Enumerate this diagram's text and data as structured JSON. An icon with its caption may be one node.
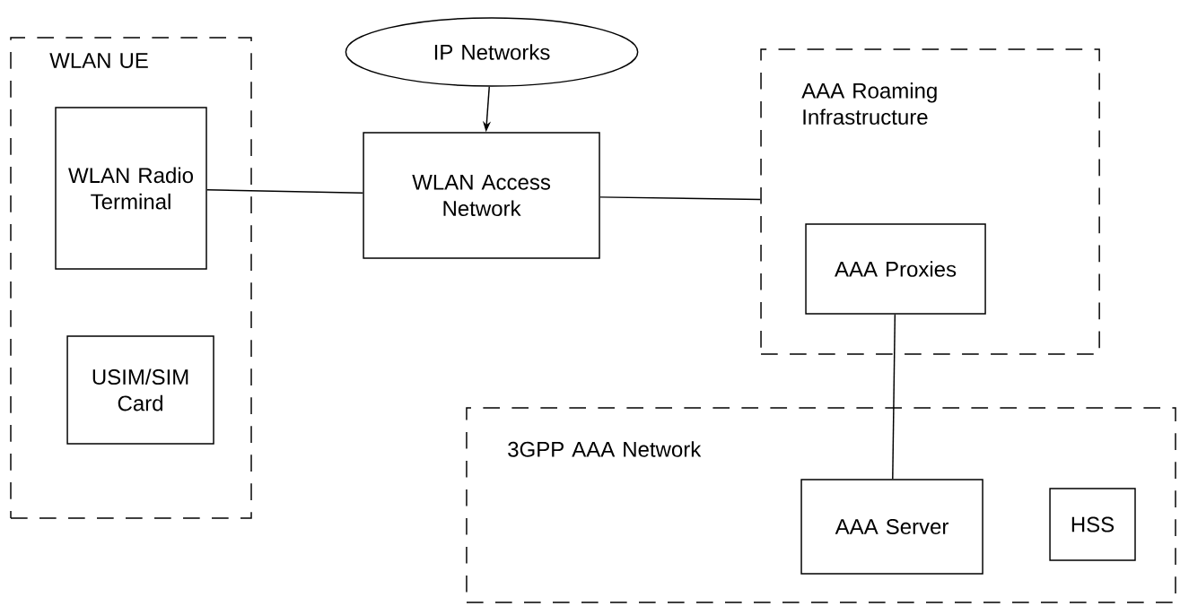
{
  "diagram": {
    "nodes": [
      {
        "text": [
          "WLAN UE"
        ]
      },
      {
        "text": [
          "WLAN Radio Terminal"
        ],
        "in": 0
      },
      {
        "text": [
          "USIM/SIM Card"
        ],
        "in": 0
      },
      {
        "text": [
          "IP Networks"
        ]
      },
      {
        "text": [
          "WLAN Access Network"
        ]
      },
      {
        "text": [
          "AAA Roaming Infrastructure"
        ]
      },
      {
        "text": [
          "AAA Proxies"
        ],
        "in": 5
      },
      {
        "text": [
          "3GPP AAA Network"
        ]
      },
      {
        "text": [
          "AAA Server"
        ],
        "in": 7
      },
      {
        "text": [
          "HSS"
        ],
        "in": 7
      }
    ],
    "edges": [
      {
        "from": 3,
        "to": 4,
        "arrow": "to"
      },
      {
        "from": 1,
        "to": 4,
        "arrow": "none"
      },
      {
        "from": 4,
        "to": 5,
        "arrow": "none"
      },
      {
        "from": 6,
        "to": 8,
        "arrow": "none"
      }
    ]
  }
}
